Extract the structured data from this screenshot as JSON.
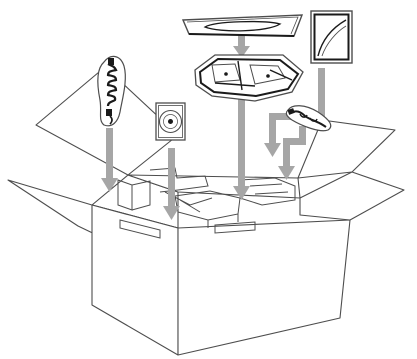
{
  "diagram": {
    "colors": {
      "line": "#4d4d4d",
      "arrow": "#a6a6a6",
      "dark": "#1a1a1a",
      "background": "#ffffff"
    },
    "components": [
      {
        "id": "telephone-handset-cord",
        "icon": "coiled-cord-icon"
      },
      {
        "id": "cd-rom",
        "icon": "cd-icon"
      },
      {
        "id": "document-cover",
        "icon": "cover-icon"
      },
      {
        "id": "paper-tray",
        "icon": "tray-icon"
      },
      {
        "id": "drum-toner-cartridge",
        "icon": "cartridge-icon"
      },
      {
        "id": "power-cord",
        "icon": "plug-icon"
      }
    ]
  }
}
